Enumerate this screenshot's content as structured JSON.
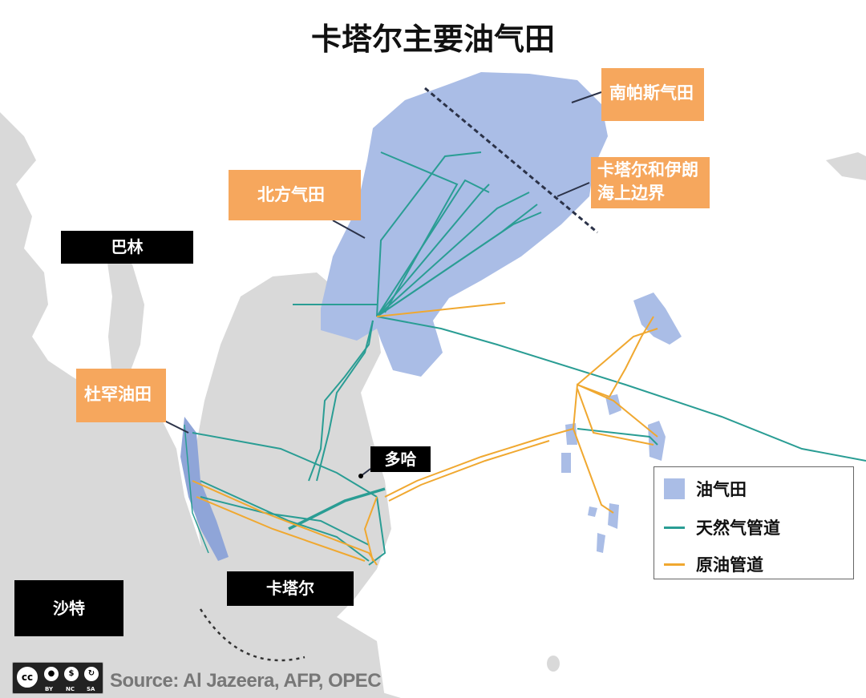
{
  "title": "卡塔尔主要油气田",
  "colors": {
    "land": "#d9d9d9",
    "oil_gas_field": "#aabde6",
    "gas_pipeline": "#2a9d94",
    "oil_pipeline": "#f0a830",
    "callout": "#f6a75d"
  },
  "field_labels": {
    "south_pars": "南帕斯气田",
    "north_field": "北方气田",
    "boundary_line1": "卡塔尔和伊朗",
    "boundary_line2": "海上边界",
    "dukhan": "杜罕油田"
  },
  "place_labels": {
    "bahrain": "巴林",
    "doha": "多哈",
    "qatar": "卡塔尔",
    "saudi": "沙特"
  },
  "legend": [
    {
      "label": "油气田",
      "icon": "field-swatch"
    },
    {
      "label": "天然气管道",
      "icon": "teal-line"
    },
    {
      "label": "原油管道",
      "icon": "orange-line"
    }
  ],
  "license": {
    "icons": [
      "cc-icon",
      "by-icon",
      "nc-icon",
      "sa-icon"
    ],
    "terms": [
      "BY",
      "NC",
      "SA"
    ]
  },
  "source": "Source: Al Jazeera, AFP, OPEC"
}
